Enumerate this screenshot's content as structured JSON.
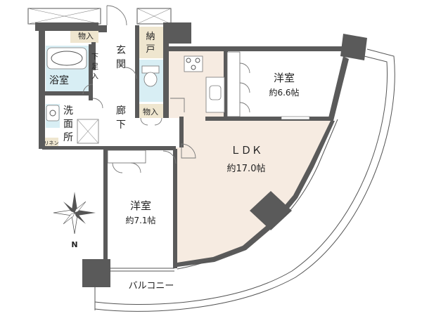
{
  "rooms": {
    "western_room_1": {
      "name": "洋室",
      "size": "約6.6帖"
    },
    "ldk": {
      "name": "ＬＤＫ",
      "size": "約17.0帖"
    },
    "western_room_2": {
      "name": "洋室",
      "size": "約7.1帖"
    },
    "bathroom": {
      "name": "浴室"
    },
    "washroom": {
      "name": [
        "洗",
        "面",
        "所"
      ]
    },
    "entrance": {
      "name": [
        "玄",
        "関"
      ]
    },
    "corridor": {
      "name": [
        "廊",
        "下"
      ]
    },
    "storage_top": {
      "name": "物入"
    },
    "storage_closet": {
      "name": [
        "納",
        "戸"
      ]
    },
    "storage_corridor": {
      "name": "物入"
    },
    "shoe_box": {
      "name": [
        "下",
        "足",
        "入"
      ]
    },
    "linen": {
      "name": "リネン"
    }
  },
  "balcony": {
    "name": "バルコニー"
  },
  "compass": {
    "north_label": "N"
  },
  "colors": {
    "wall": "#5a5a5a",
    "ldk_floor": "#f6ebe1",
    "wet_area": "#d8eef4",
    "storage": "#efe6cf",
    "room_floor": "#ffffff"
  }
}
